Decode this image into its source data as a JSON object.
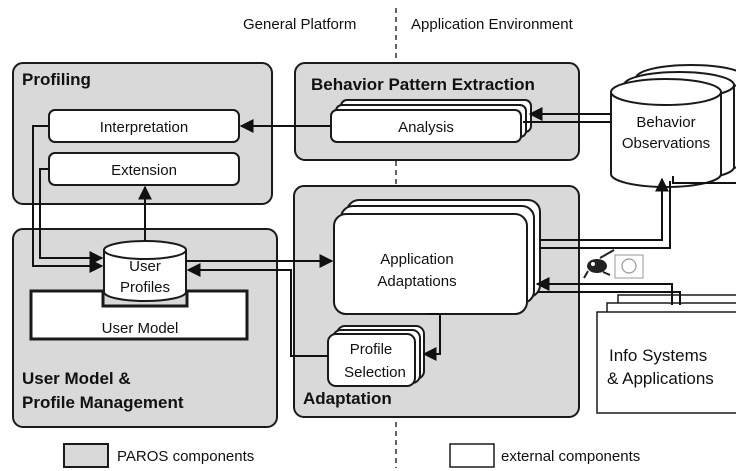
{
  "header": {
    "left_label": "General Platform",
    "right_label": "Application Environment"
  },
  "profiling": {
    "title": "Profiling",
    "interpretation": "Interpretation",
    "extension": "Extension"
  },
  "bpe": {
    "title": "Behavior Pattern Extraction",
    "analysis": "Analysis"
  },
  "behavior_obs": {
    "line1": "Behavior",
    "line2": "Observations"
  },
  "user_model_mgmt": {
    "title_line1": "User Model &",
    "title_line2": "Profile Management",
    "profiles_line1": "User",
    "profiles_line2": "Profiles",
    "user_model": "User Model"
  },
  "adaptation": {
    "title": "Adaptation",
    "app_line1": "Application",
    "app_line2": "Adaptations",
    "sel_line1": "Profile",
    "sel_line2": "Selection"
  },
  "info_systems": {
    "line1": "Info Systems",
    "line2": "& Applications"
  },
  "legend": {
    "paros": "PAROS components",
    "external": "external components"
  },
  "colors": {
    "component_fill": "#d9d9d9",
    "external_fill": "#ffffff",
    "stroke": "#1a1a1a"
  }
}
